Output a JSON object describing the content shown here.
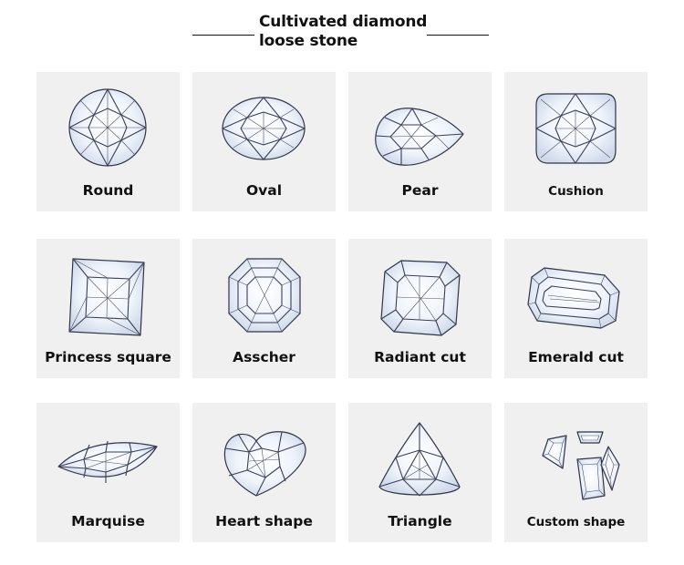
{
  "header": {
    "title_line1": "Cultivated diamond",
    "title_line2": "loose stone"
  },
  "shapes": [
    {
      "label": "Round",
      "icon": "round-diamond-icon"
    },
    {
      "label": "Oval",
      "icon": "oval-diamond-icon"
    },
    {
      "label": "Pear",
      "icon": "pear-diamond-icon"
    },
    {
      "label": "Cushion",
      "icon": "cushion-diamond-icon"
    },
    {
      "label": "Princess square",
      "icon": "princess-diamond-icon"
    },
    {
      "label": "Asscher",
      "icon": "asscher-diamond-icon"
    },
    {
      "label": "Radiant cut",
      "icon": "radiant-diamond-icon"
    },
    {
      "label": "Emerald cut",
      "icon": "emerald-diamond-icon"
    },
    {
      "label": "Marquise",
      "icon": "marquise-diamond-icon"
    },
    {
      "label": "Heart shape",
      "icon": "heart-diamond-icon"
    },
    {
      "label": "Triangle",
      "icon": "triangle-diamond-icon"
    },
    {
      "label": "Custom shape",
      "icon": "custom-diamond-icon"
    }
  ],
  "colors": {
    "tile_background": "#f0f0f0",
    "gem_outline": "#2f3448",
    "gem_highlight": "#e8f0fb"
  }
}
